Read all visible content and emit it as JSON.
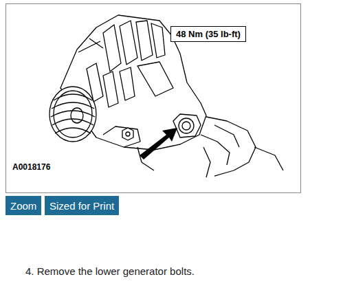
{
  "diagram": {
    "nodes": [
      {
        "text": [
          "48 Nm (35 lb-ft)"
        ]
      },
      {
        "text": [
          "Zoom"
        ]
      },
      {
        "text": [
          "Sized for Print"
        ]
      }
    ],
    "labels": [
      "A0018176",
      "4. Remove the lower generator bolts."
    ]
  }
}
